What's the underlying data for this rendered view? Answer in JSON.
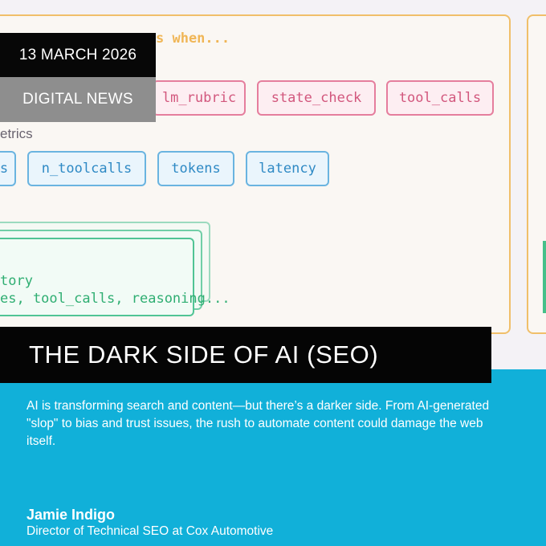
{
  "background": {
    "partial_heading": "s when...",
    "rubric_chips": [
      "lm_rubric",
      "state_check",
      "tool_calls"
    ],
    "metrics_label": "etrics",
    "metric_chips": [
      "s",
      "n_toolcalls",
      "tokens",
      "latency"
    ],
    "card_lines": [
      "tory",
      "es, tool_calls, reasoning..."
    ]
  },
  "date": "13 MARCH 2026",
  "category": "DIGITAL NEWS",
  "title": "THE DARK SIDE OF AI (SEO)",
  "summary": "AI is transforming search and content—but there’s a darker side. From AI-generated \"slop\" to bias and trust issues, the rush to automate content could damage the web itself.",
  "author": {
    "name": "Jamie Indigo",
    "role": "Director of Technical SEO at Cox Automotive"
  },
  "colors": {
    "accent": "#11b0d9",
    "title_bg": "#050505",
    "category_bg": "#8e8e8e",
    "panel_border": "#f0bf6a"
  }
}
